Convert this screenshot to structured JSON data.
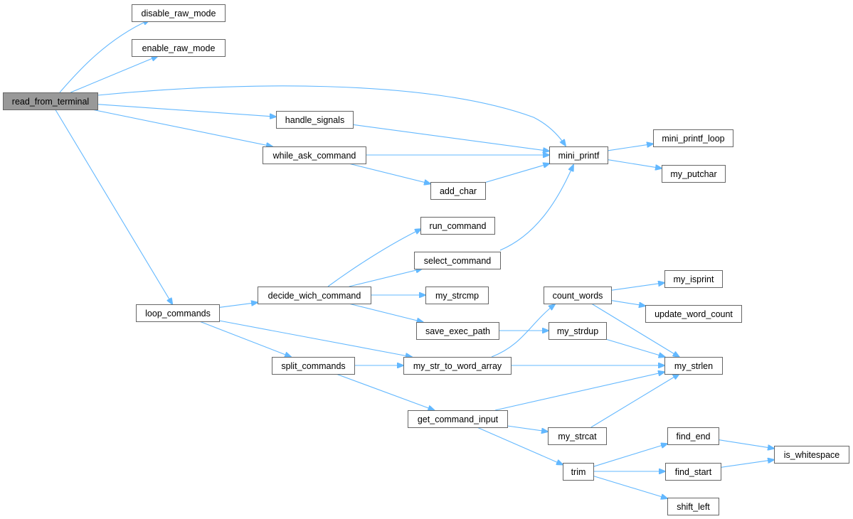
{
  "graph": {
    "edge_color": "#63b8ff",
    "root_fill": "#999999",
    "node_fill": "#ffffff",
    "border_color": "#666666",
    "nodes": [
      {
        "id": "read_from_terminal",
        "label": "read_from_terminal",
        "root": true
      },
      {
        "id": "disable_raw_mode",
        "label": "disable_raw_mode"
      },
      {
        "id": "enable_raw_mode",
        "label": "enable_raw_mode"
      },
      {
        "id": "handle_signals",
        "label": "handle_signals"
      },
      {
        "id": "while_ask_command",
        "label": "while_ask_command"
      },
      {
        "id": "add_char",
        "label": "add_char"
      },
      {
        "id": "mini_printf",
        "label": "mini_printf"
      },
      {
        "id": "mini_printf_loop",
        "label": "mini_printf_loop"
      },
      {
        "id": "my_putchar",
        "label": "my_putchar"
      },
      {
        "id": "loop_commands",
        "label": "loop_commands"
      },
      {
        "id": "decide_wich_command",
        "label": "decide_wich_command"
      },
      {
        "id": "run_command",
        "label": "run_command"
      },
      {
        "id": "select_command",
        "label": "select_command"
      },
      {
        "id": "my_strcmp",
        "label": "my_strcmp"
      },
      {
        "id": "save_exec_path",
        "label": "save_exec_path"
      },
      {
        "id": "count_words",
        "label": "count_words"
      },
      {
        "id": "my_isprint",
        "label": "my_isprint"
      },
      {
        "id": "update_word_count",
        "label": "update_word_count"
      },
      {
        "id": "my_strdup",
        "label": "my_strdup"
      },
      {
        "id": "split_commands",
        "label": "split_commands"
      },
      {
        "id": "my_str_to_word_array",
        "label": "my_str_to_word_array"
      },
      {
        "id": "my_strlen",
        "label": "my_strlen"
      },
      {
        "id": "get_command_input",
        "label": "get_command_input"
      },
      {
        "id": "my_strcat",
        "label": "my_strcat"
      },
      {
        "id": "trim",
        "label": "trim"
      },
      {
        "id": "find_end",
        "label": "find_end"
      },
      {
        "id": "find_start",
        "label": "find_start"
      },
      {
        "id": "shift_left",
        "label": "shift_left"
      },
      {
        "id": "is_whitespace",
        "label": "is_whitespace"
      }
    ],
    "edges": [
      {
        "from": "read_from_terminal",
        "to": "disable_raw_mode"
      },
      {
        "from": "read_from_terminal",
        "to": "enable_raw_mode"
      },
      {
        "from": "read_from_terminal",
        "to": "mini_printf"
      },
      {
        "from": "read_from_terminal",
        "to": "handle_signals"
      },
      {
        "from": "read_from_terminal",
        "to": "while_ask_command"
      },
      {
        "from": "read_from_terminal",
        "to": "loop_commands"
      },
      {
        "from": "handle_signals",
        "to": "mini_printf"
      },
      {
        "from": "while_ask_command",
        "to": "mini_printf"
      },
      {
        "from": "while_ask_command",
        "to": "add_char"
      },
      {
        "from": "add_char",
        "to": "mini_printf"
      },
      {
        "from": "mini_printf",
        "to": "mini_printf_loop"
      },
      {
        "from": "mini_printf",
        "to": "my_putchar"
      },
      {
        "from": "select_command",
        "to": "mini_printf"
      },
      {
        "from": "loop_commands",
        "to": "decide_wich_command"
      },
      {
        "from": "loop_commands",
        "to": "split_commands"
      },
      {
        "from": "loop_commands",
        "to": "my_str_to_word_array"
      },
      {
        "from": "decide_wich_command",
        "to": "run_command"
      },
      {
        "from": "decide_wich_command",
        "to": "select_command"
      },
      {
        "from": "decide_wich_command",
        "to": "my_strcmp"
      },
      {
        "from": "decide_wich_command",
        "to": "save_exec_path"
      },
      {
        "from": "save_exec_path",
        "to": "my_strdup"
      },
      {
        "from": "count_words",
        "to": "my_isprint"
      },
      {
        "from": "count_words",
        "to": "update_word_count"
      },
      {
        "from": "count_words",
        "to": "my_strlen"
      },
      {
        "from": "my_strdup",
        "to": "my_strlen"
      },
      {
        "from": "split_commands",
        "to": "my_str_to_word_array"
      },
      {
        "from": "split_commands",
        "to": "get_command_input"
      },
      {
        "from": "my_str_to_word_array",
        "to": "count_words"
      },
      {
        "from": "my_str_to_word_array",
        "to": "my_strlen"
      },
      {
        "from": "get_command_input",
        "to": "my_strlen"
      },
      {
        "from": "get_command_input",
        "to": "my_strcat"
      },
      {
        "from": "get_command_input",
        "to": "trim"
      },
      {
        "from": "my_strcat",
        "to": "my_strlen"
      },
      {
        "from": "trim",
        "to": "find_end"
      },
      {
        "from": "trim",
        "to": "find_start"
      },
      {
        "from": "trim",
        "to": "shift_left"
      },
      {
        "from": "find_end",
        "to": "is_whitespace"
      },
      {
        "from": "find_start",
        "to": "is_whitespace"
      }
    ]
  }
}
